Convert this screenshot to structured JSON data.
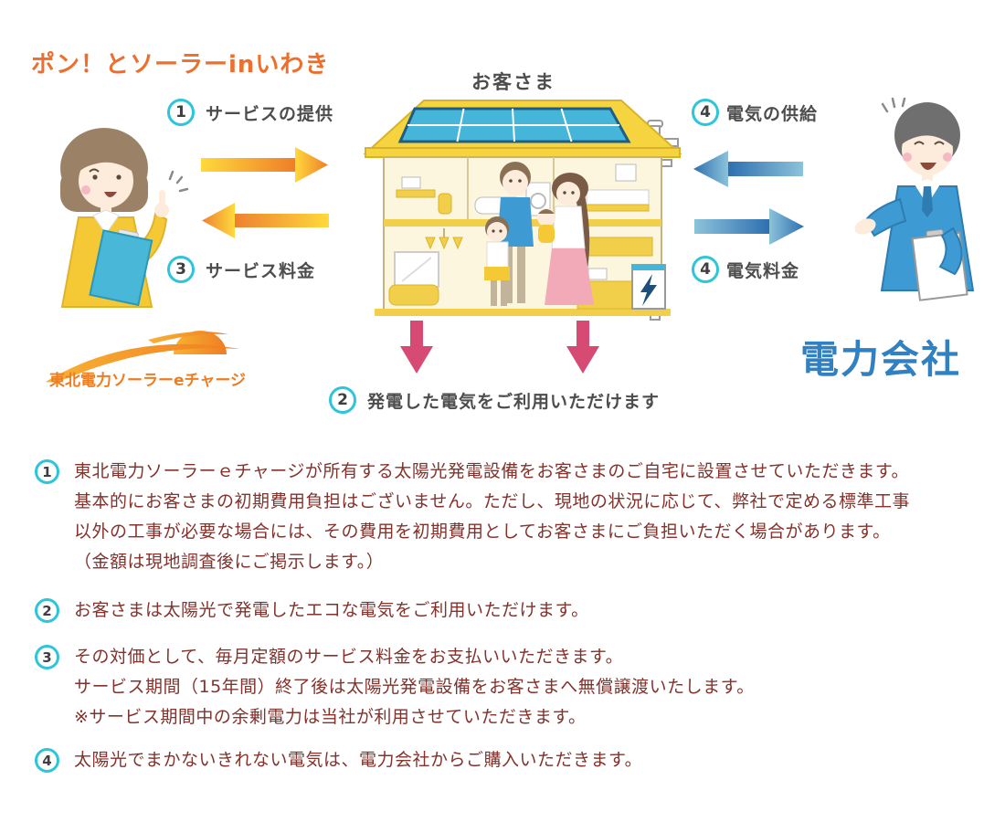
{
  "page": {
    "title": "ポン！とソーラーinいわき"
  },
  "diagram": {
    "customer_label": "お客さま",
    "power_company_label": "電力会社",
    "logo_text": "東北電力ソーラーeチャージ",
    "flows": {
      "service_provide": {
        "num": "1",
        "label": "サービスの提供"
      },
      "service_fee": {
        "num": "3",
        "label": "サービス料金"
      },
      "power_supply": {
        "num": "4",
        "label": "電気の供給"
      },
      "power_fee": {
        "num": "4",
        "label": "電気料金"
      },
      "use_power": {
        "num": "2",
        "label": "発電した電気をご利用いただけます"
      }
    }
  },
  "notes": [
    {
      "num": "1",
      "lines": [
        "東北電力ソーラーｅチャージが所有する太陽光発電設備をお客さまのご自宅に設置させていただきます。",
        "基本的にお客さまの初期費用負担はございません。ただし、現地の状況に応じて、弊社で定める標準工事",
        "以外の工事が必要な場合には、その費用を初期費用としてお客さまにご負担いただく場合があります。",
        "（金額は現地調査後にご掲示します。）"
      ]
    },
    {
      "num": "2",
      "lines": [
        "お客さまは太陽光で発電したエコな電気をご利用いただけます。"
      ]
    },
    {
      "num": "3",
      "lines": [
        "その対価として、毎月定額のサービス料金をお支払いいただきます。",
        "サービス期間（15年間）終了後は太陽光発電設備をお客さまへ無償譲渡いたします。",
        "※サービス期間中の余剰電力は当社が利用させていただきます。"
      ]
    },
    {
      "num": "4",
      "lines": [
        "太陽光でまかないきれない電気は、電力会社からご購入いただきます。"
      ]
    }
  ],
  "colors": {
    "title_orange": "#ee6f2d",
    "accent_cyan": "#2cc5d9",
    "note_text": "#83322c",
    "label_gray": "#4d4d4d",
    "power_company_blue": "#3181c2",
    "arrow_orange_from": "#ffd93c",
    "arrow_orange_to": "#ee7e28",
    "arrow_blue_from": "#8cc3da",
    "arrow_blue_to": "#2b6cb0",
    "arrow_pink": "#d64a73"
  }
}
